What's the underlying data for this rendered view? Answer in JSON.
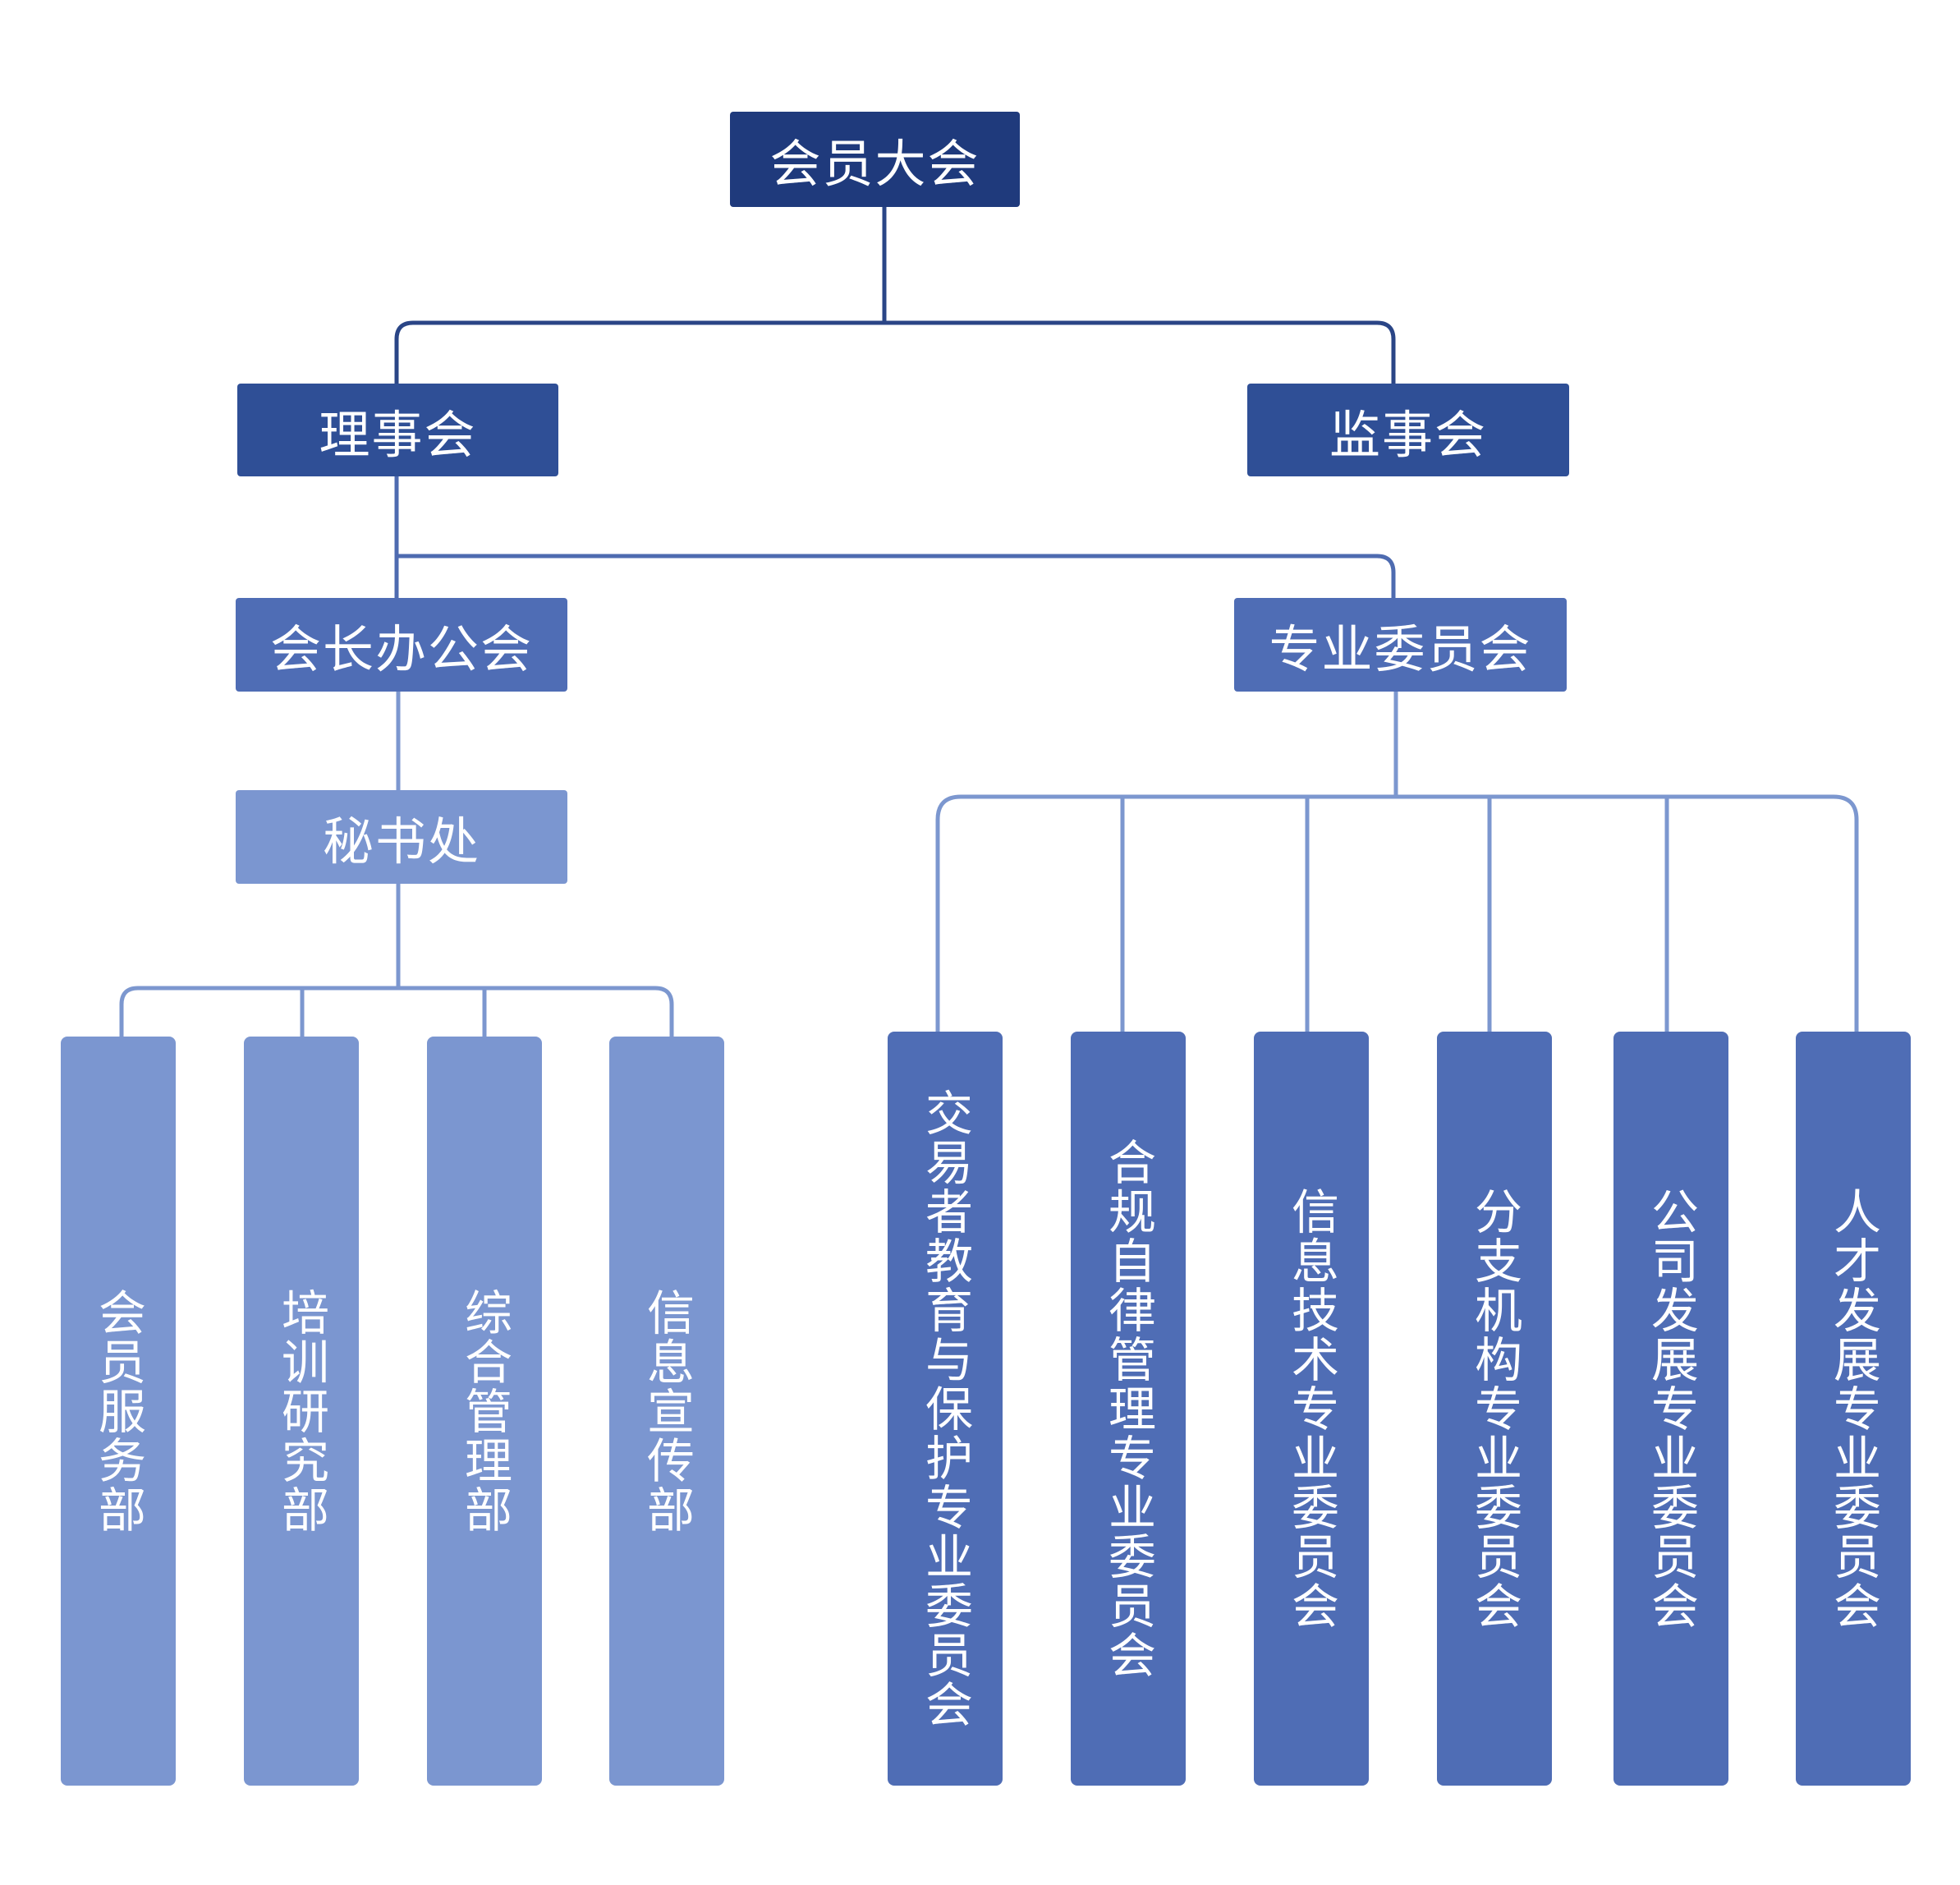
{
  "colors": {
    "level1": "#1f3a7c",
    "level2": "#2f4f96",
    "level3": "#4f6db5",
    "level4": "#7b96d0",
    "line_dark": "#2a4586",
    "line_mid": "#4e6bb0",
    "line_light": "#7c97cf"
  },
  "nodes": {
    "general_assembly": "会员大会",
    "council": "理事会",
    "supervisory_board": "监事会",
    "president_office": "会长办公会",
    "professional_committees": "专业委员会",
    "secretariat": "秘书处"
  },
  "departments": [
    "会员服务部",
    "培训研究部",
    "综合管理部",
    "信息宣传部"
  ],
  "committees": [
    "交易者教育与保护专业委员会",
    "合规自律管理专业委员会",
    "信息技术专业委员会",
    "分支机构专业委员会",
    "公司发展专业委员会",
    "人才发展专业委员会"
  ]
}
